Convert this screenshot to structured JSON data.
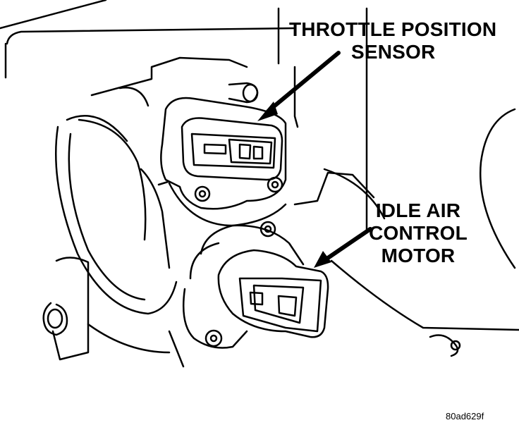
{
  "labels": {
    "throttle_position_sensor": [
      "THROTTLE POSITION",
      "SENSOR"
    ],
    "idle_air_control_motor": [
      "IDLE AIR",
      "CONTROL",
      "MOTOR"
    ]
  },
  "figure_code": "80ad629f"
}
